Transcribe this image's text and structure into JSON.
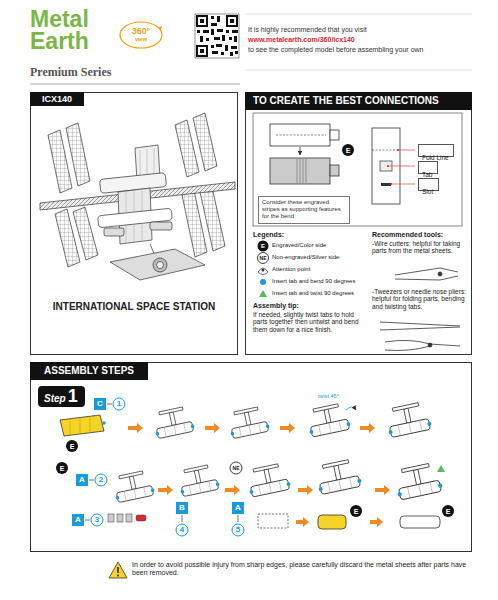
{
  "diagram": {
    "nodes": [
      {
        "text": [
          "ICX140",
          "INTERNATIONAL SPACE STATION"
        ]
      },
      {
        "text": [
          "TO CREATE THE BEST CONNECTIONS"
        ]
      },
      {
        "text": [
          "Consider these engraved stripes as supporting features for the bend"
        ],
        "in": 1
      },
      {
        "text": [
          "Fold Line"
        ],
        "in": 1
      },
      {
        "text": [
          "Tab"
        ],
        "in": 1
      },
      {
        "text": [
          "Slot"
        ],
        "in": 1
      },
      {
        "text": [
          "ASSEMBLY STEPS"
        ]
      },
      {
        "text": [
          "Step",
          "1"
        ],
        "in": 6
      }
    ],
    "labels": [
      "Metal Earth",
      "Premium Series",
      "360°",
      "view",
      "It is highly recommended that you visit",
      "www.metalearth.com/360/icx140",
      "to see the completed model before assembling your own",
      "E",
      "Legends:",
      "E",
      "NE",
      "Assembly tip:",
      "If needed, slightly twist tabs to hold parts together then untwist and bend them down for a nice finish.",
      "Recommended tools:",
      "-Wire cutters: helpful for taking parts from the metal sheets.",
      "-Tweezers or needle nose pliers: helpful for folding parts, bending and twisting tabs.",
      "C",
      "1",
      "E",
      "twist 45°",
      "E",
      "A",
      "2",
      "A",
      "3",
      "NE",
      "B",
      "4",
      "A",
      "5",
      "E",
      "E",
      "In order to avoid possible injury from sharp edges, please carefully discard the metal sheets after parts have been removed."
    ],
    "legend": [
      {
        "text": "Engraved/Color side"
      },
      {
        "text": "Non-engraved/Silver side"
      },
      {
        "text": "Attention point"
      },
      {
        "text": "Insert tab and bend 90 degrees",
        "color": "#1b9ad6"
      },
      {
        "text": "Insert tab and twist 90 degrees"
      }
    ]
  }
}
